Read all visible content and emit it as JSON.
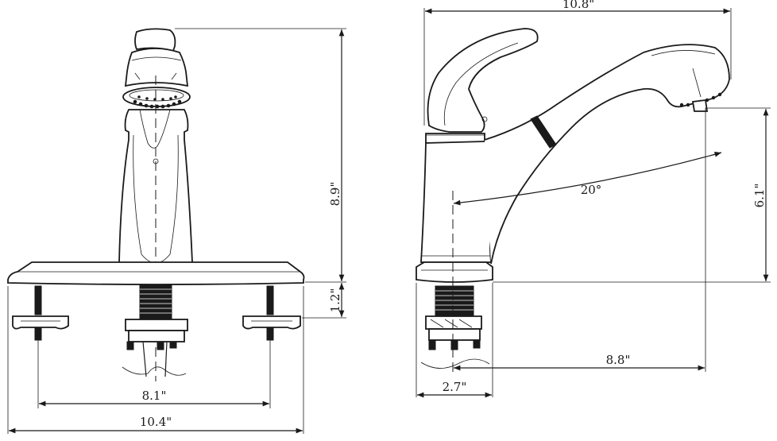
{
  "dimensions": {
    "front_total_height": "8.9\"",
    "front_deck_height": "1.2\"",
    "front_hole_spacing": "8.1\"",
    "front_plate_width": "10.4\"",
    "side_total_reach": "10.8\"",
    "side_spout_height": "6.1\"",
    "side_swivel_angle": "20°",
    "side_spout_reach": "8.8\"",
    "side_base_depth": "2.7\""
  },
  "colors": {
    "line": "#1a1a1a",
    "background": "#ffffff"
  }
}
